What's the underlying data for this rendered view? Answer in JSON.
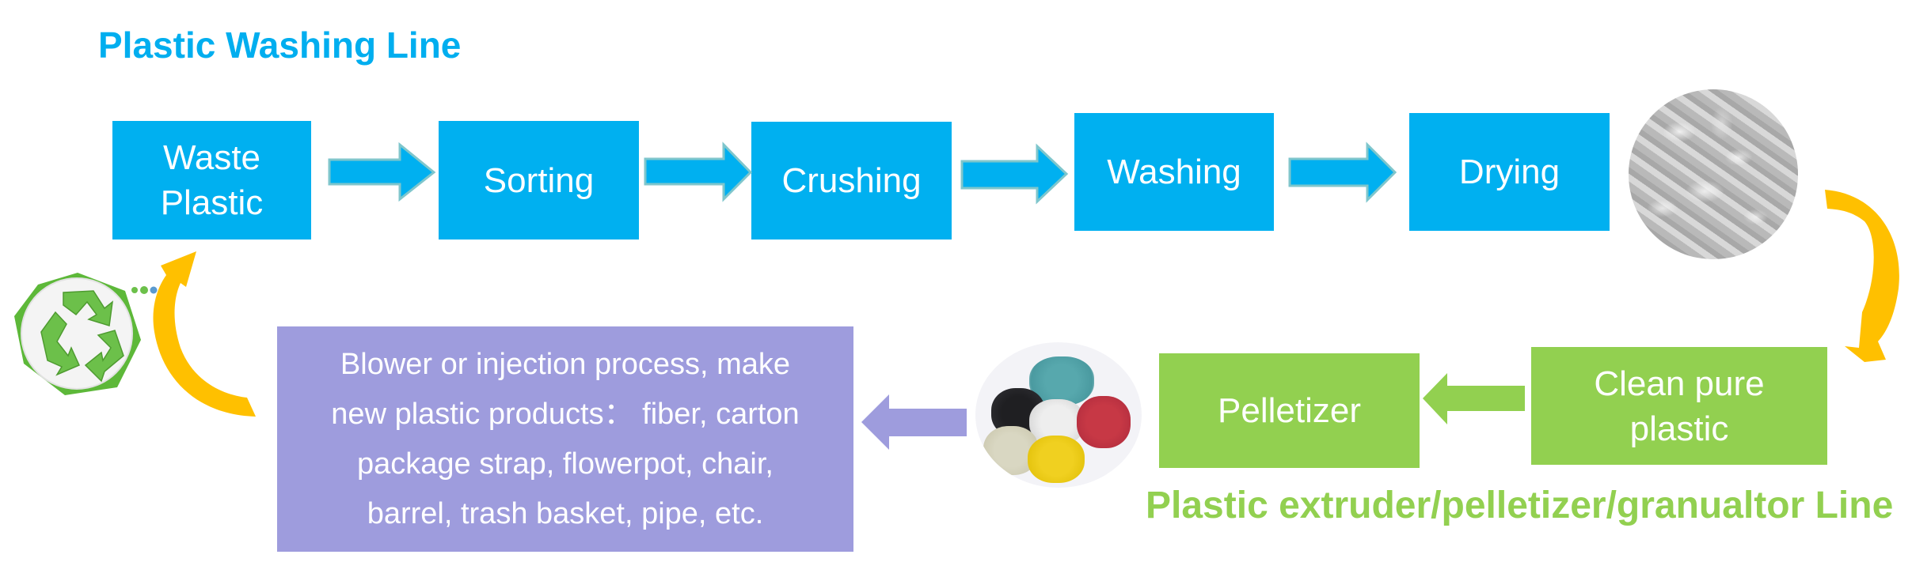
{
  "washing_line": {
    "title": "Plastic Washing Line",
    "steps": [
      {
        "label_line1": "Waste",
        "label_line2": "Plastic"
      },
      {
        "label_line1": "Sorting"
      },
      {
        "label_line1": "Crushing"
      },
      {
        "label_line1": "Washing"
      },
      {
        "label_line1": "Drying"
      }
    ]
  },
  "pelletizer_line": {
    "title": "Plastic extruder/pelletizer/granualtor Line",
    "steps": [
      {
        "label_line1": "Clean pure",
        "label_line2": "plastic"
      },
      {
        "label_line1": "Pelletizer"
      }
    ]
  },
  "products": {
    "lines": [
      "Blower or injection process, make",
      "new plastic products： fiber, carton",
      "package strap, flowerpot, chair,",
      "barrel, trash basket, pipe, etc."
    ]
  },
  "images": {
    "flakes": "plastic-flakes-photo",
    "pellets": "colored-pellets-photo",
    "recycle": "recycle-symbol"
  },
  "colors": {
    "washing_blue": "#00B0F0",
    "title_blue": "#00AEEF",
    "pelletizer_green": "#92D050",
    "products_purple": "#9E9CDD",
    "cycle_arrow_yellow": "#FFC000"
  }
}
